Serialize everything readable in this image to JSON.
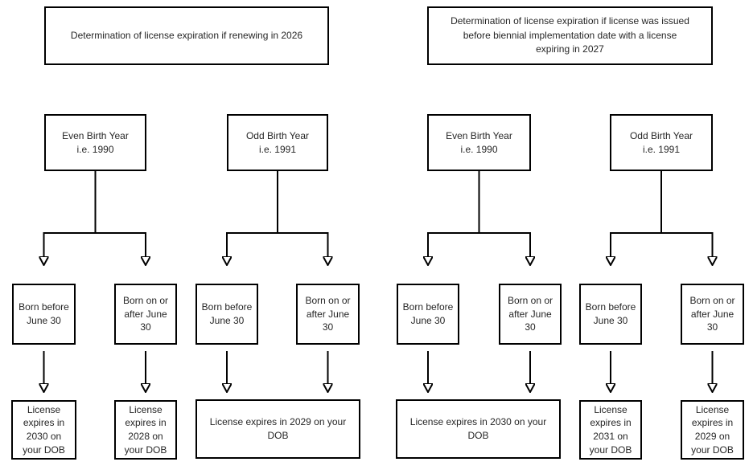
{
  "canvas": {
    "background_color": "#ffffff",
    "line_color": "#000000",
    "text_color": "#262626"
  },
  "left_chart": {
    "title": "Determination of license expiration if renewing in 2026",
    "even": {
      "title": "Even Birth Year",
      "example": "i.e. 1990",
      "born_before": "Born before June 30",
      "born_after": "Born on or after June 30",
      "result_before": "License expires in 2030 on your DOB",
      "result_after": "License expires in 2028 on your DOB"
    },
    "odd": {
      "title": "Odd Birth Year",
      "example": "i.e. 1991",
      "born_before": "Born before June 30",
      "born_after": "Born on or after June 30",
      "result": "License expires in 2029 on your DOB"
    }
  },
  "right_chart": {
    "title": "Determination of license expiration if license was issued before biennial implementation date with a license expiring in 2027",
    "even": {
      "title": "Even Birth Year",
      "example": "i.e. 1990",
      "born_before": "Born before June 30",
      "born_after": "Born on or after June 30",
      "result": "License expires in 2030 on your DOB"
    },
    "odd": {
      "title": "Odd Birth Year",
      "example": "i.e. 1991",
      "born_before": "Born before June 30",
      "born_after": "Born on or after June 30",
      "result_before": "License expires in 2031 on your DOB",
      "result_after": "License expires in 2029 on your DOB"
    }
  }
}
